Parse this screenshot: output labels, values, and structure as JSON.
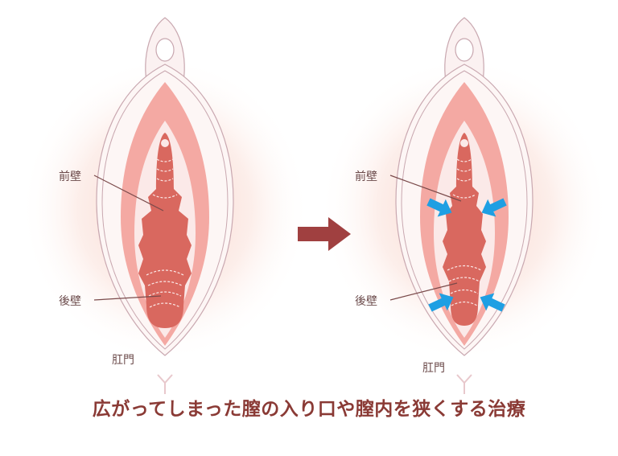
{
  "labels": {
    "anterior_wall": "前壁",
    "posterior_wall": "後壁",
    "anus": "肛門"
  },
  "title": "広がってしまった膣の入り口や膣内を狭くする治療",
  "colors": {
    "canal": "#d9685f",
    "labia": "#f4a9a3",
    "outline": "#c9a8b0",
    "arrow_transition": "#a04040",
    "compress_arrows": "#1e9fe3",
    "title": "#8a3a35"
  }
}
